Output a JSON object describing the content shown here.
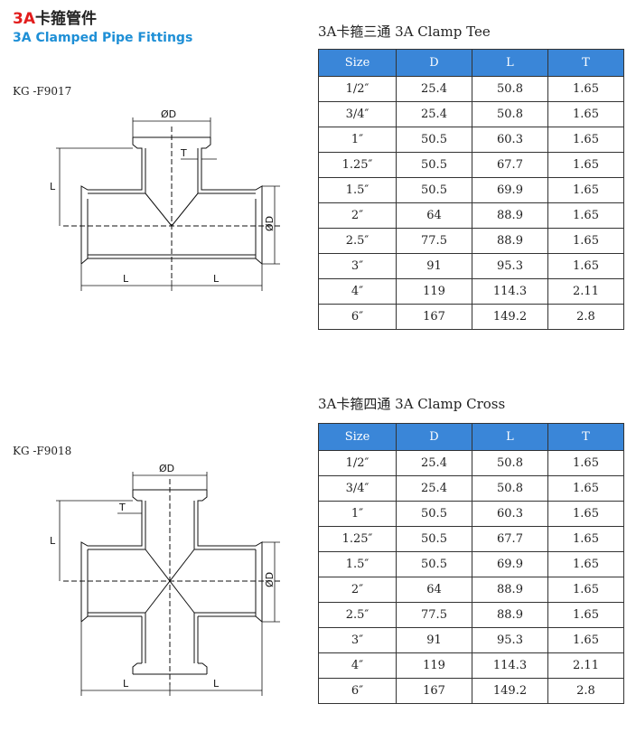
{
  "header": {
    "title_red": "3A",
    "title_cn": "卡箍管件",
    "title_en": "3A Clamped Pipe Fittings"
  },
  "tee": {
    "model": "KG -F9017",
    "title": "3A卡箍三通 3A Clamp Tee",
    "columns": [
      "Size",
      "D",
      "L",
      "T"
    ],
    "rows": [
      [
        "1/2″",
        "25.4",
        "50.8",
        "1.65"
      ],
      [
        "3/4″",
        "25.4",
        "50.8",
        "1.65"
      ],
      [
        "1″",
        "50.5",
        "60.3",
        "1.65"
      ],
      [
        "1.25″",
        "50.5",
        "67.7",
        "1.65"
      ],
      [
        "1.5″",
        "50.5",
        "69.9",
        "1.65"
      ],
      [
        "2″",
        "64",
        "88.9",
        "1.65"
      ],
      [
        "2.5″",
        "77.5",
        "88.9",
        "1.65"
      ],
      [
        "3″",
        "91",
        "95.3",
        "1.65"
      ],
      [
        "4″",
        "119",
        "114.3",
        "2.11"
      ],
      [
        "6″",
        "167",
        "149.2",
        "2.8"
      ]
    ],
    "drawing": {
      "dim_d": "ØD",
      "dim_t": "T",
      "dim_l": "L"
    }
  },
  "cross": {
    "model": "KG -F9018",
    "title": "3A卡箍四通 3A Clamp Cross",
    "columns": [
      "Size",
      "D",
      "L",
      "T"
    ],
    "rows": [
      [
        "1/2″",
        "25.4",
        "50.8",
        "1.65"
      ],
      [
        "3/4″",
        "25.4",
        "50.8",
        "1.65"
      ],
      [
        "1″",
        "50.5",
        "60.3",
        "1.65"
      ],
      [
        "1.25″",
        "50.5",
        "67.7",
        "1.65"
      ],
      [
        "1.5″",
        "50.5",
        "69.9",
        "1.65"
      ],
      [
        "2″",
        "64",
        "88.9",
        "1.65"
      ],
      [
        "2.5″",
        "77.5",
        "88.9",
        "1.65"
      ],
      [
        "3″",
        "91",
        "95.3",
        "1.65"
      ],
      [
        "4″",
        "119",
        "114.3",
        "2.11"
      ],
      [
        "6″",
        "167",
        "149.2",
        "2.8"
      ]
    ],
    "drawing": {
      "dim_d": "ØD",
      "dim_t": "T",
      "dim_l": "L"
    }
  }
}
